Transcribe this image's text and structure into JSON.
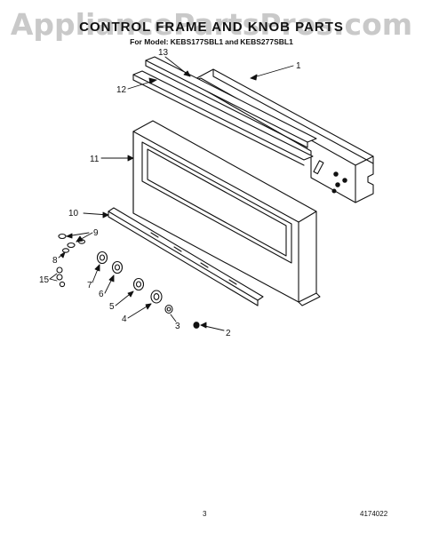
{
  "watermark": "AppliancePartsPros.com",
  "header": {
    "title": "CONTROL FRAME AND KNOB PARTS",
    "subtitle_prefix": "For Model:",
    "model_a": "KEBS177SBL1",
    "joiner": "and",
    "model_b": "KEBS277SBL1"
  },
  "callouts": {
    "c1": "1",
    "c2": "2",
    "c3": "3",
    "c4": "4",
    "c5": "5",
    "c6": "6",
    "c7": "7",
    "c8": "8",
    "c9": "9",
    "c10": "10",
    "c11": "11",
    "c12": "12",
    "c13": "13",
    "c15": "15"
  },
  "footer": {
    "page_number": "3",
    "doc_number": "4174022"
  }
}
